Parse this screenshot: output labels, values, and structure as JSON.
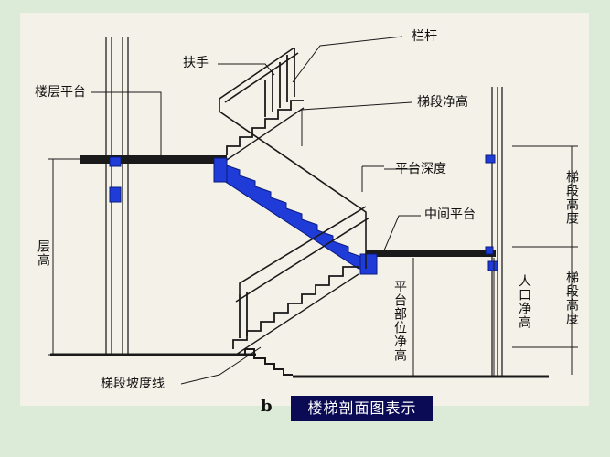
{
  "labels": {
    "railing": "栏杆",
    "handrail": "扶手",
    "floor_landing": "楼层平台",
    "flight_clearance": "梯段净高",
    "landing_depth": "平台深度",
    "mid_landing": "中间平台",
    "floor_height": "层高",
    "flight_height_upper": "梯段高度",
    "flight_height_lower": "梯段高度",
    "landing_clearance": "平台部位净高",
    "entrance_clearance": "人口净高",
    "slope_line": "梯段坡度线"
  },
  "subfigure": "b",
  "caption": "楼梯剖面图表示",
  "colors": {
    "slab": "#1a1a1a",
    "blue": "#1f3cd9",
    "background": "#dcebd8",
    "paper": "#f4f1e8",
    "caption_bg": "#0a0a55"
  }
}
